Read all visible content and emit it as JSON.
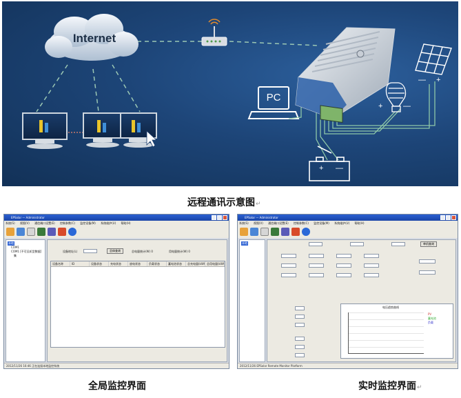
{
  "diagram": {
    "internet_label": "Internet",
    "pc_label": "PC",
    "lcd_text": "",
    "panel_plus": "+",
    "panel_minus": "—",
    "lamp_plus": "+",
    "lamp_minus": "—",
    "battery_plus": "+",
    "battery_minus": "—"
  },
  "captions": {
    "top": "远程通讯示意图",
    "left": "全局监控界面",
    "right": "实时监控界面",
    "return_mark": "↵"
  },
  "global_ui": {
    "title": "EPSolar — Administrator",
    "menu": [
      "系统(S)",
      "视图(V)",
      "通信端口设置(E)",
      "控制参数(C)",
      "监控设备(M)",
      "系统维护(U)",
      "帮助(H)"
    ],
    "tree_root": "本地",
    "tree_items": [
      "COM1",
      "COM1 [不可见机型数据]",
      "集"
    ],
    "device_label": "设备地址(L)",
    "query_button": "总体查询",
    "stat_a": "总电量统计(W) 0",
    "stat_b": "用电量统计(W) 0",
    "grid_headers": [
      "设备名称",
      "ID",
      "设备状态",
      "充电状态",
      "放电状态",
      "负载状态",
      "蓄电池状态",
      "总充电量(kWh)",
      "总用电量(kWh)"
    ],
    "status": "2012/11/26 16:46 正在连接本地监控系统"
  },
  "realtime_ui": {
    "title": "EPSolar — Administrator",
    "menu": [
      "系统(S)",
      "视图(V)",
      "通信端口设置(E)",
      "控制参数(C)",
      "监控设备(M)",
      "系统维护(U)",
      "帮助(H)"
    ],
    "query_button": "单机查询",
    "chart_title": "电压趋势曲线",
    "legend": [
      "PV",
      "蓄电池",
      "负载"
    ],
    "status": "2012/11/26 EPSolar Remote Monitor Platform"
  },
  "colors": {
    "sky_dark": "#123157",
    "sky_mid": "#2c5f9c",
    "title_bar": "#2a5fd2",
    "wire_green": "#8fc8a8"
  }
}
